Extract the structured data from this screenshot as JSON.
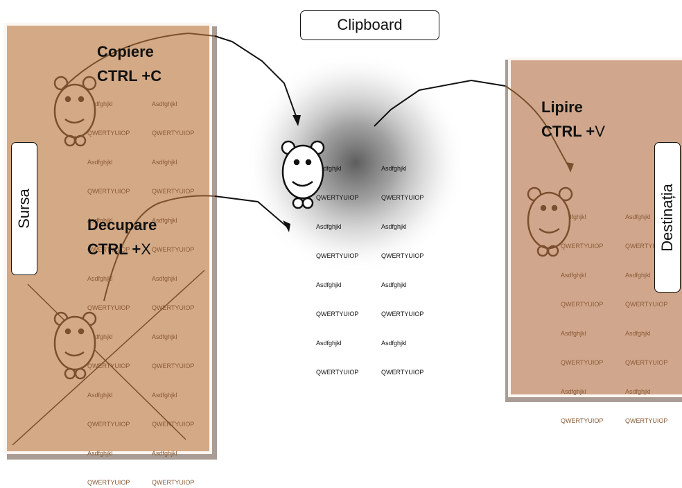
{
  "labels": {
    "clipboard": "Clipboard",
    "sursa": "Sursa",
    "destinatia": "Destinația"
  },
  "operations": {
    "copy": {
      "name": "Copiere",
      "shortcut_bold": "CTRL +",
      "shortcut_key": "C"
    },
    "cut": {
      "name": "Decupare",
      "shortcut_bold": "CTRL +",
      "shortcut_key": "X"
    },
    "paste": {
      "name": "Lipire",
      "shortcut_bold": "CTRL +",
      "shortcut_key": "V"
    }
  },
  "sample_text": {
    "a": "Asdfghjkl",
    "b": "QWERTYUIOP"
  },
  "colors": {
    "source_panel": "#d4a985",
    "dest_panel": "#d0a78c",
    "bear_stroke": "#7a4f2e",
    "text_brown": "#8a5a36",
    "arrow": "#111111"
  },
  "icons": {
    "bear": "bear-face-icon"
  }
}
